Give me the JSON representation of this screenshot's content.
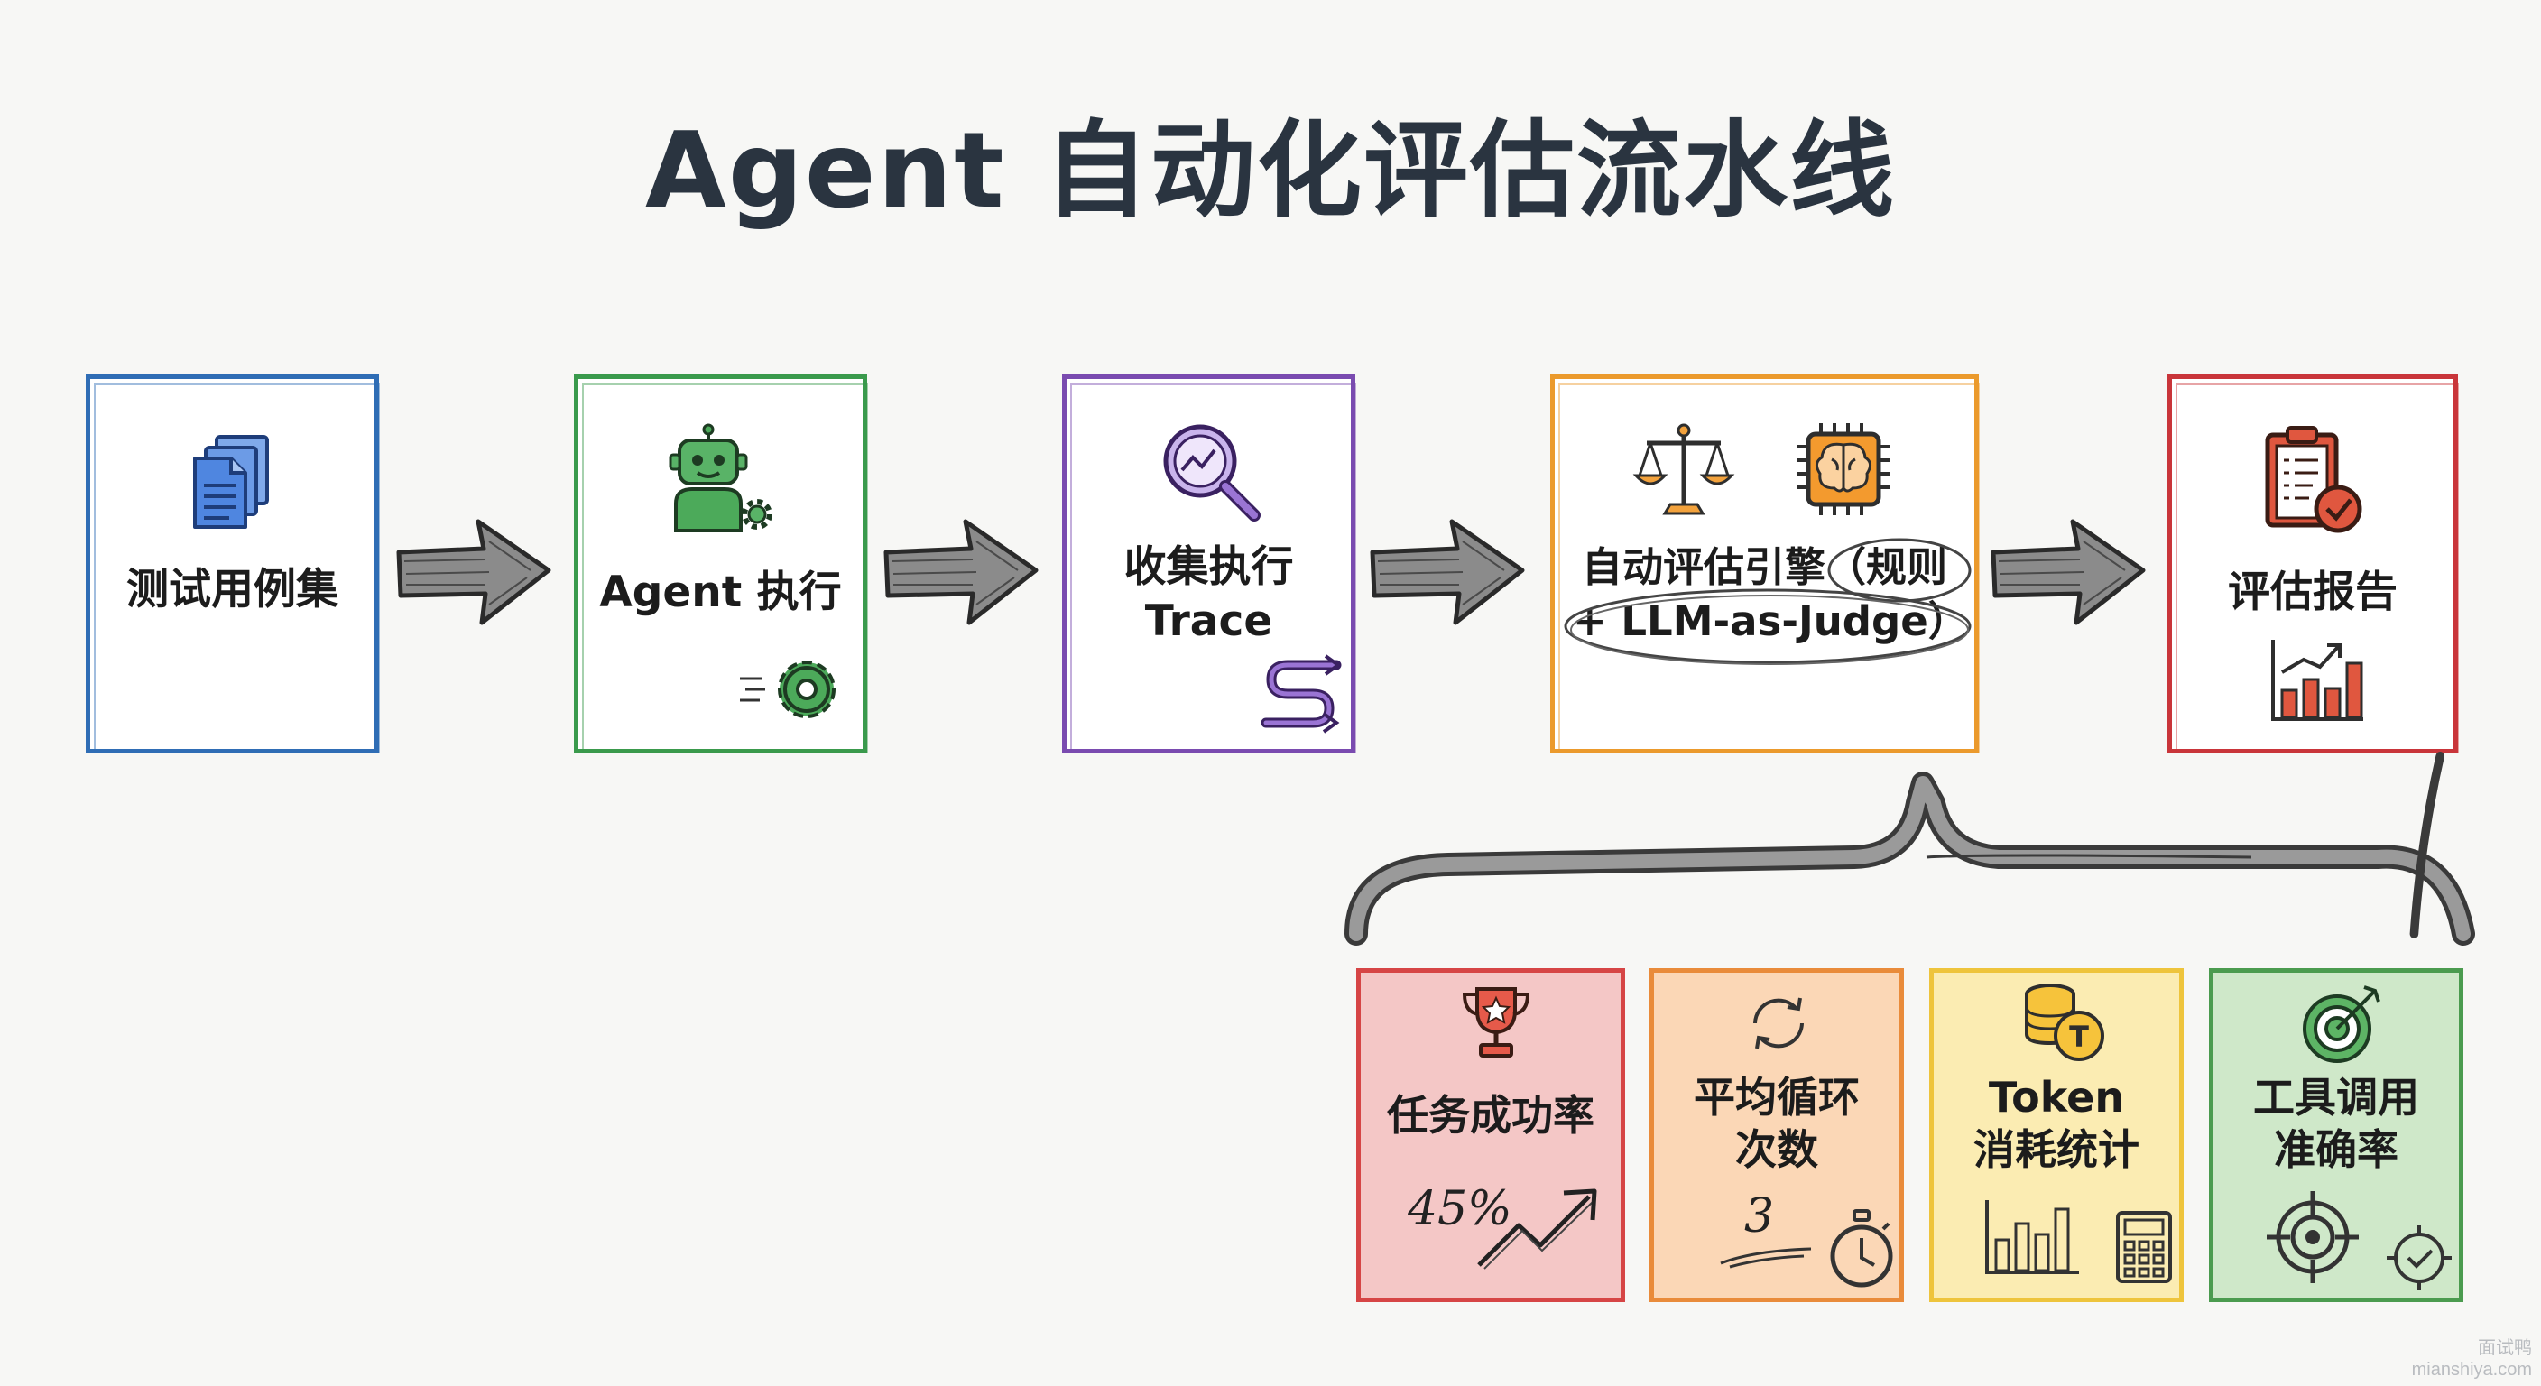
{
  "title": "Agent 自动化评估流水线",
  "pipeline": {
    "step1": {
      "label": "测试用例集",
      "color": "#2f6db5",
      "icon": "documents-icon"
    },
    "step2": {
      "label": "Agent 执行",
      "color": "#3a9a4c",
      "icon": "robot-icon"
    },
    "step3": {
      "label_line1": "收集执行",
      "label_line2": "Trace",
      "color": "#7a4bb0",
      "icon": "magnifier-chart-icon"
    },
    "step4": {
      "label_line1": "自动评估引擎（规则",
      "label_line2": "+ LLM-as-Judge）",
      "color": "#eb9a2c",
      "icon": "scale-icon"
    },
    "step5": {
      "label": "评估报告",
      "color": "#c9353a",
      "icon": "clipboard-check-icon"
    }
  },
  "metrics": {
    "m1": {
      "label": "任务成功率",
      "value": "45%",
      "bg": "#f4c7c6",
      "border": "#d64545",
      "icon": "trophy-icon"
    },
    "m2": {
      "label_line1": "平均循环",
      "label_line2": "次数",
      "value": "3",
      "bg": "#fbd7b6",
      "border": "#e98b3a",
      "icon": "refresh-icon"
    },
    "m3": {
      "label_line1": "Token",
      "label_line2": "消耗统计",
      "bg": "#fbecb2",
      "border": "#eec43c",
      "icon": "coins-icon"
    },
    "m4": {
      "label_line1": "工具调用",
      "label_line2": "准确率",
      "bg": "#cfe8c9",
      "border": "#4b9b4f",
      "icon": "target-icon"
    }
  },
  "watermark": {
    "line1": "面试鸭",
    "line2": "mianshiya.com"
  }
}
